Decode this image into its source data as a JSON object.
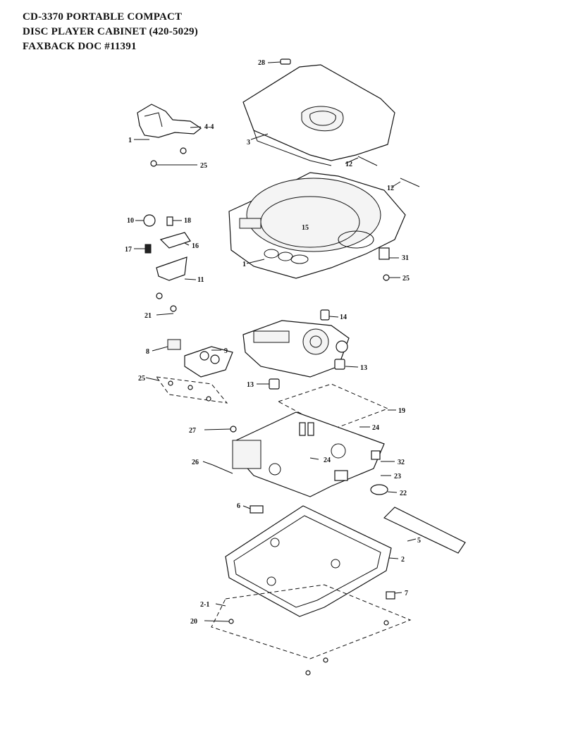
{
  "title_lines": [
    "CD-3370 PORTABLE COMPACT",
    "DISC PLAYER CABINET  (420-5029)",
    "FAXBACK DOC #11391"
  ],
  "callouts": {
    "c28": "28",
    "c3": "3",
    "c4_4": "4-4",
    "c1a": "1",
    "c25a": "25",
    "c12a": "12",
    "c12b": "12",
    "c15": "15",
    "c10": "10",
    "c18": "18",
    "c16": "16",
    "c17": "17",
    "c11": "11",
    "c21": "21",
    "c1b": "1",
    "c31": "31",
    "c25b": "25",
    "c14": "14",
    "c8": "8",
    "c9": "9",
    "c13a": "13",
    "c13b": "13",
    "c25c": "25",
    "c19": "19",
    "c27": "27",
    "c24a": "24",
    "c24b": "24",
    "c32": "32",
    "c26": "26",
    "c23": "23",
    "c22": "22",
    "c6": "6",
    "c5": "5",
    "c2": "2",
    "c7": "7",
    "c2_1": "2-1",
    "c20": "20"
  }
}
